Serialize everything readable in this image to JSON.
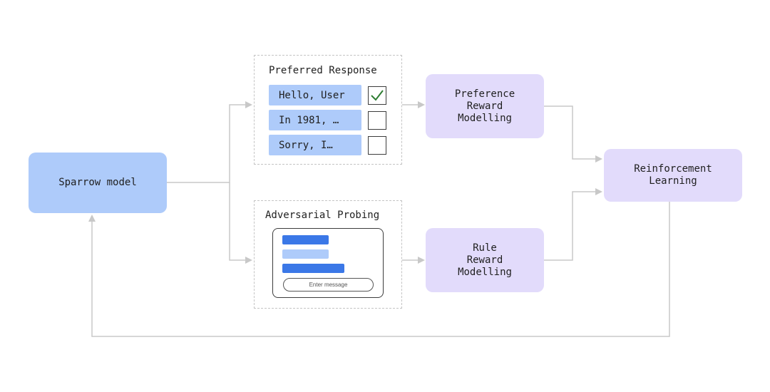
{
  "nodes": {
    "sparrow": "Sparrow model",
    "preference_rm": "Preference\nReward\nModelling",
    "rule_rm": "Rule\nReward\nModelling",
    "rl": "Reinforcement\nLearning"
  },
  "preferred_response": {
    "title": "Preferred Response",
    "items": [
      {
        "text": "Hello, User",
        "checked": true
      },
      {
        "text": "In 1981, …",
        "checked": false
      },
      {
        "text": "Sorry, I…",
        "checked": false
      }
    ]
  },
  "adversarial_probing": {
    "title": "Adversarial Probing",
    "input_placeholder": "Enter message"
  },
  "colors": {
    "blue_node": "#aecbfa",
    "purple_node": "#e2dbfb",
    "chat_bar_dark": "#3b78e7",
    "chat_bar_light": "#aecbfa",
    "edge": "#c8c8c8",
    "check": "#2e7d32"
  }
}
